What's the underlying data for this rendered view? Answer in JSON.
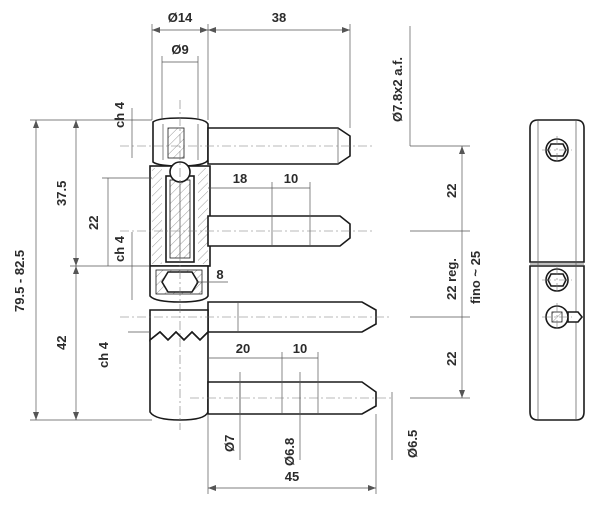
{
  "dimensions": {
    "dia_14": "Ø14",
    "dim_38": "38",
    "dia_9": "Ø9",
    "thread_7_8": "Ø7.8x2 a.f.",
    "ch4_top": "ch 4",
    "ch4_middle": "ch 4",
    "ch4_lower": "ch 4",
    "dim_79_5_82_5": "79.5 - 82.5",
    "dim_37_5": "37.5",
    "dim_22_inner": "22",
    "dim_42": "42",
    "dim_18": "18",
    "dim_10_upper": "10",
    "dim_8": "8",
    "dim_20": "20",
    "dim_10_lower": "10",
    "dim_22_right_upper": "22",
    "dim_22_reg": "22 reg.",
    "fino_25": "fino ~ 25",
    "dim_22_right_lower": "22",
    "dia_7": "Ø7",
    "dia_6_8": "Ø6.8",
    "dia_6_5": "Ø6.5",
    "dim_45": "45"
  }
}
